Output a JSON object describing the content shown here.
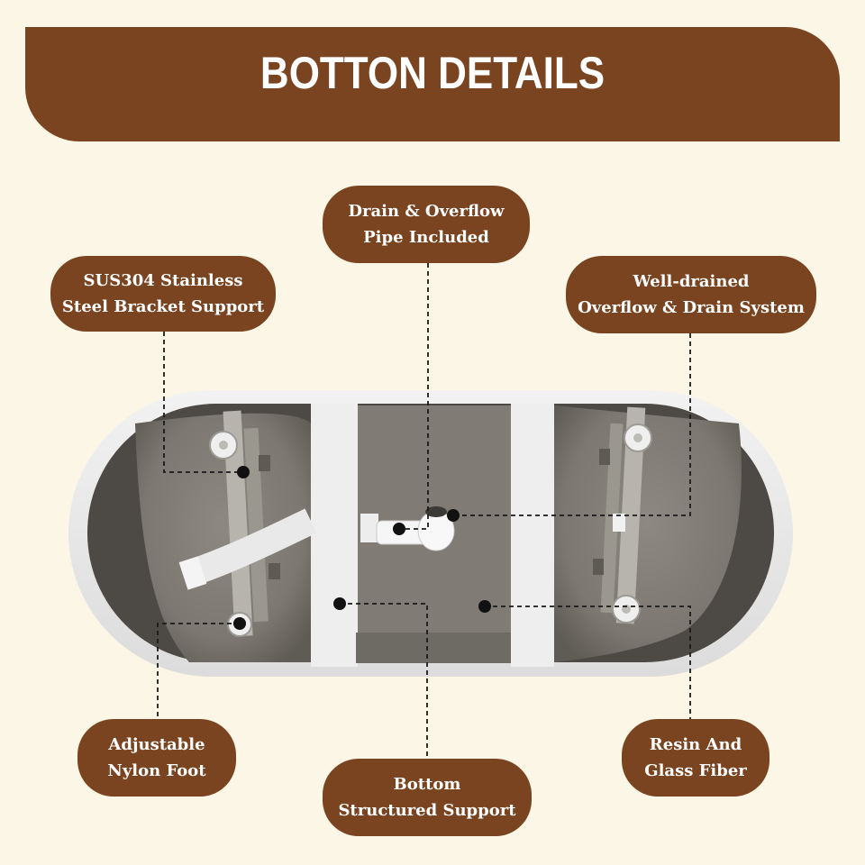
{
  "banner": {
    "title": "BOTTON DETAILS"
  },
  "labels": {
    "drain_overflow_pipe": "Drain & Overflow\nPipe Included",
    "stainless_bracket": "SUS304 Stainless\nSteel Bracket Support",
    "overflow_drain_system": "Well-drained\nOverflow & Drain System",
    "nylon_foot": "Adjustable\nNylon Foot",
    "structured_support": "Bottom\nStructured Support",
    "resin_glass_fiber": "Resin And\nGlass Fiber"
  },
  "colors": {
    "background": "#fbf6e6",
    "accent_brown": "#7a4420",
    "label_text": "#ffffff",
    "leader_line": "#1a1a1a"
  }
}
